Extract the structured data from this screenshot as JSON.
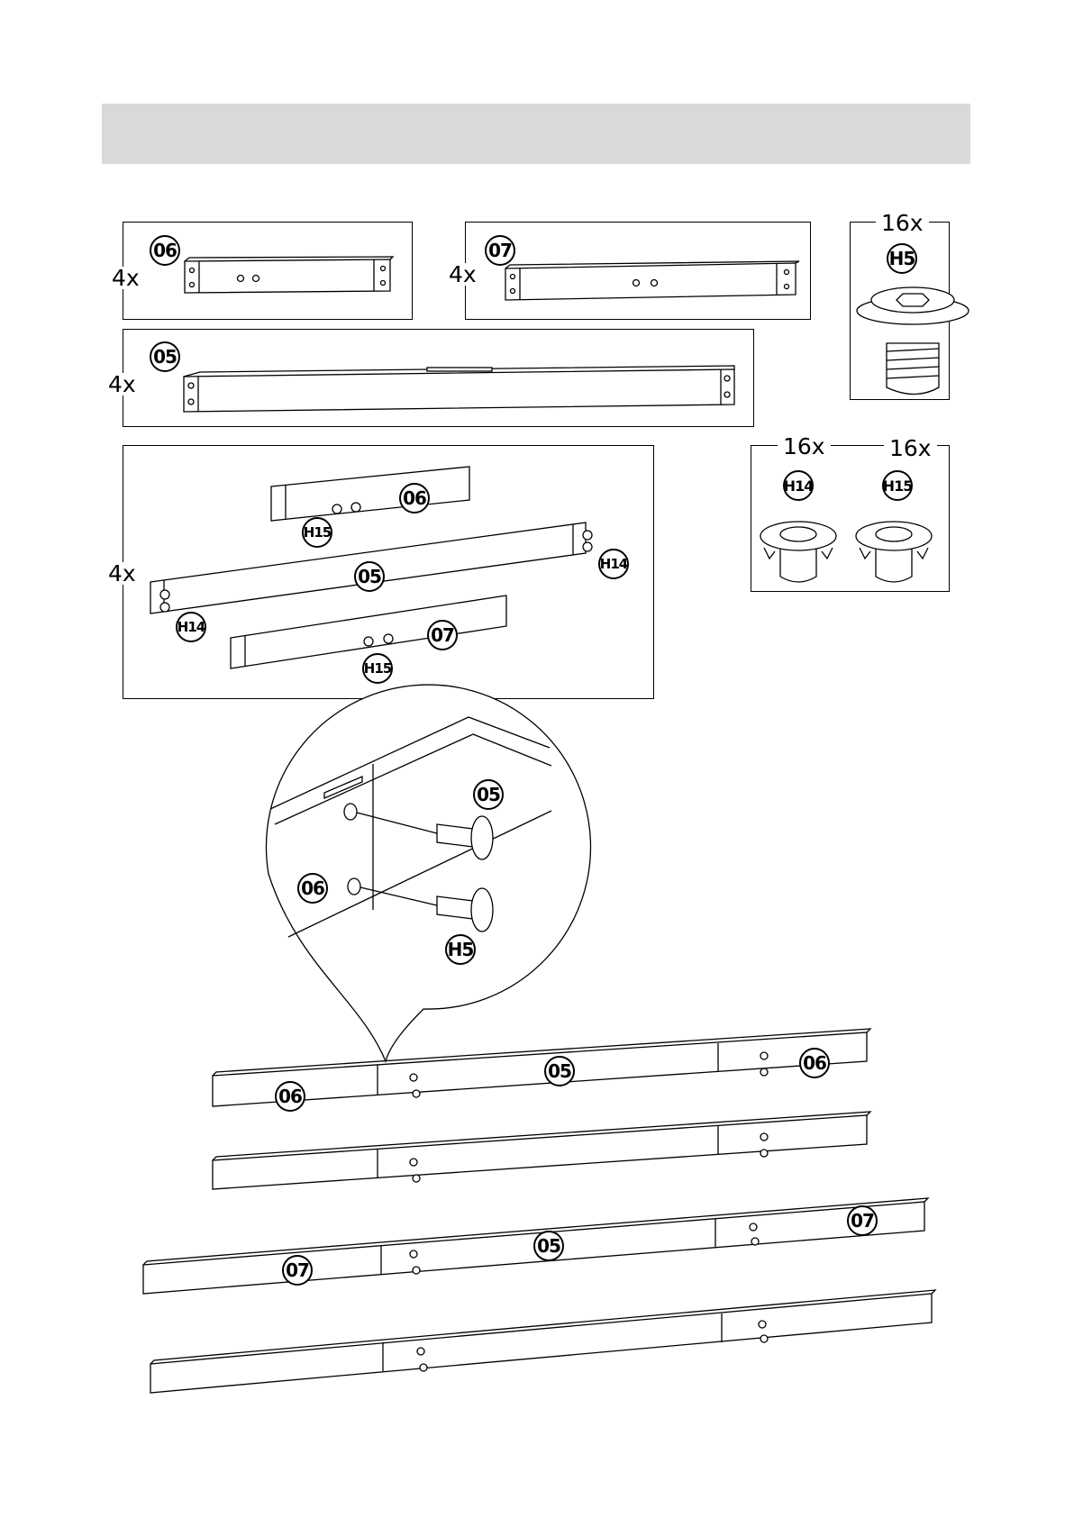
{
  "parts": {
    "p06": {
      "label": "06",
      "qty": "4x"
    },
    "p07": {
      "label": "07",
      "qty": "4x"
    },
    "p05": {
      "label": "05",
      "qty": "4x"
    }
  },
  "hardware": {
    "h5": {
      "label": "H5",
      "qty": "16x"
    },
    "h14": {
      "label": "H14",
      "qty": "16x"
    },
    "h15": {
      "label": "H15",
      "qty": "16x"
    }
  },
  "assembly_step": {
    "qty": "4x",
    "labels": {
      "p06": "06",
      "p05": "05",
      "p07": "07",
      "h15_a": "H15",
      "h14_a": "H14",
      "h14_b": "H14",
      "h15_b": "H15"
    }
  },
  "detail_view": {
    "labels": {
      "p05": "05",
      "p06": "06",
      "h5": "H5"
    }
  },
  "final_rails": {
    "labels": {
      "r1_left": "06",
      "r1_mid": "05",
      "r1_right": "06",
      "r3_left": "07",
      "r3_mid": "05",
      "r3_right": "07"
    }
  }
}
